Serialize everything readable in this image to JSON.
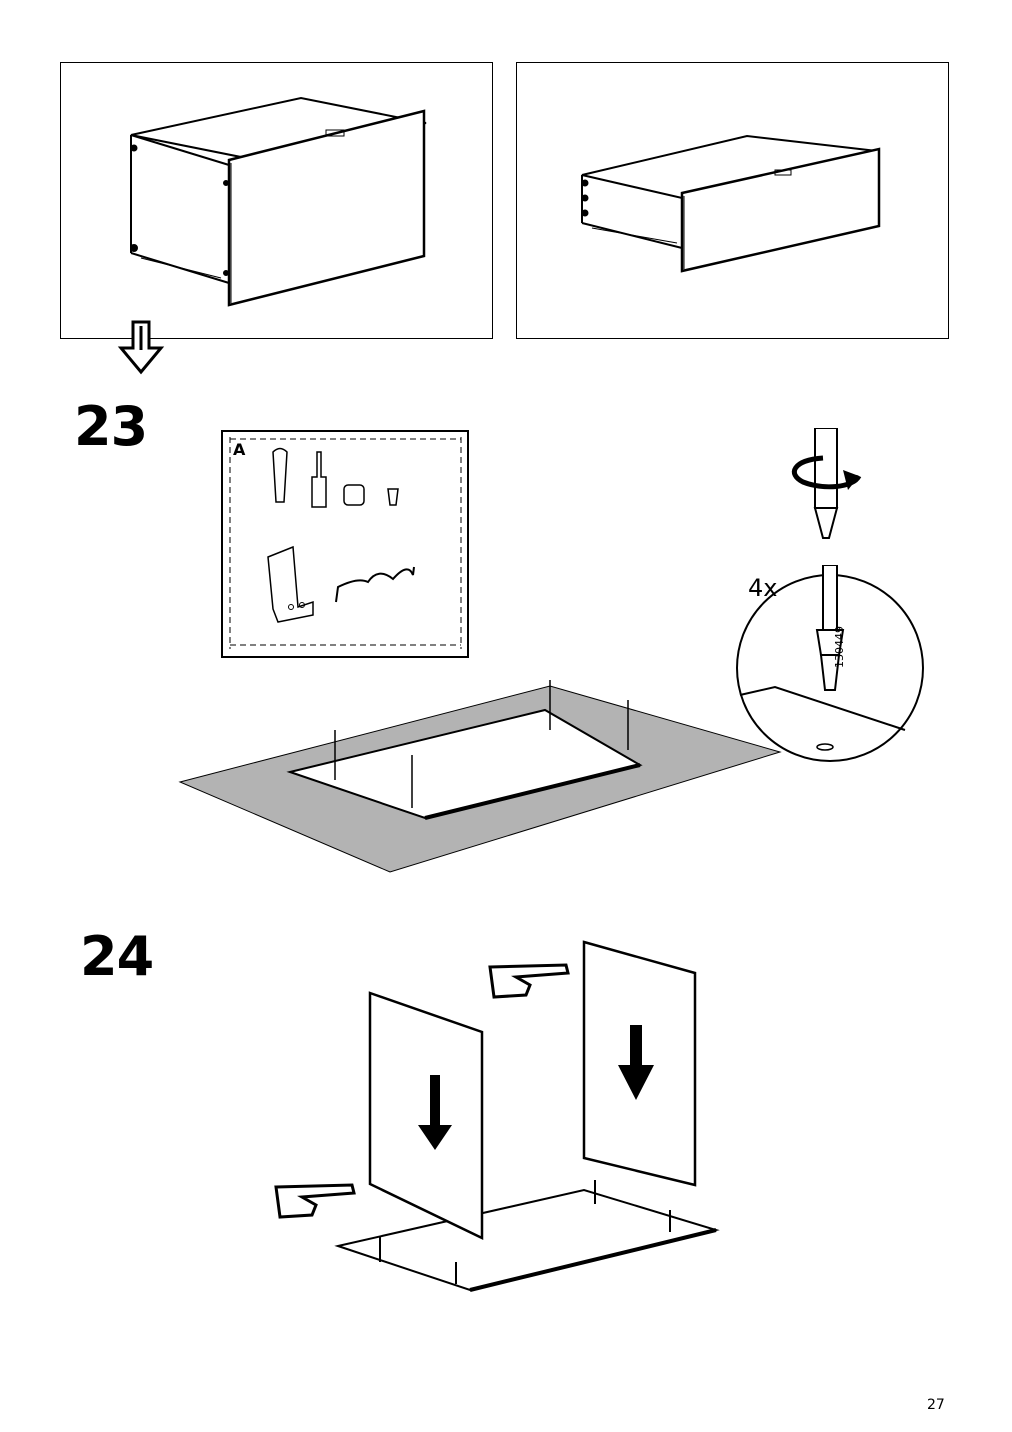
{
  "page": {
    "number": "27"
  },
  "steps": [
    {
      "number": "23",
      "kit_label": "A",
      "quantity": "4x",
      "part_code": "130449"
    },
    {
      "number": "24"
    }
  ],
  "icons": [
    "down-arrow-icon",
    "screwdriver-icon",
    "rotate-arrow-icon",
    "pointing-hand-icon"
  ],
  "colors": {
    "line": "#000000",
    "shade": "#b3b3b3",
    "paper": "#ffffff"
  }
}
